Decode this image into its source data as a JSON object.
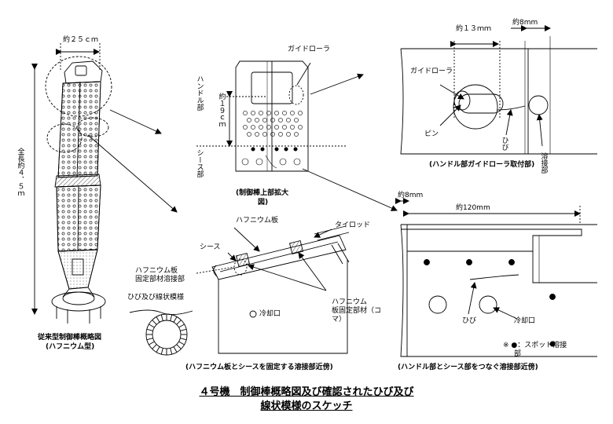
{
  "title": {
    "line1": "４号機　制御棒概略図及び確認されたひび及び",
    "line2": "線状模様のスケッチ"
  },
  "left_panel": {
    "width_label": "約２５ｃｍ",
    "length_label": "全長約４．５ｍ",
    "caption_line1": "従来型制御棒概略図",
    "caption_line2": "(ハフニウム型)"
  },
  "upper_detail": {
    "guide_roller": "ガイドローラ",
    "handle": "ハンドル部",
    "sheath": "シース部",
    "dim": "約１９ｃｍ",
    "caption_line1": "(制御棒上部拡大",
    "caption_line2": "図)"
  },
  "handle_detail": {
    "dim_13": "約１３ｍｍ",
    "dim_8": "約8mm",
    "guide_roller": "ガイドローラ",
    "pin": "ピン",
    "crack": "ひび",
    "weld": "溶接部",
    "caption": "(ハンドル部ガイドローラ取付部)"
  },
  "hafnium_detail": {
    "hf_plate": "ハフニウム板",
    "tie_rod": "タイロッド",
    "sheath": "シース",
    "fix_label_1": "ハフニウム板",
    "fix_label_2": "固定部材溶接部",
    "crack_line": "ひび及び線状模様",
    "hf_fix_1": "ハフニウム",
    "hf_fix_2": "板固定部材（コ",
    "hf_fix_3": "マ）",
    "cooling": "冷却口",
    "caption": "(ハフニウム板とシースを固定する溶接部近傍)"
  },
  "joint_detail": {
    "dim_8": "約8mm",
    "dim_120": "約120mm",
    "crack": "ひび",
    "cooling": "冷却口",
    "note": "※ ●：スポット溶接",
    "note2": "部",
    "caption": "(ハンドル部とシース部をつなぐ溶接部近傍)"
  }
}
